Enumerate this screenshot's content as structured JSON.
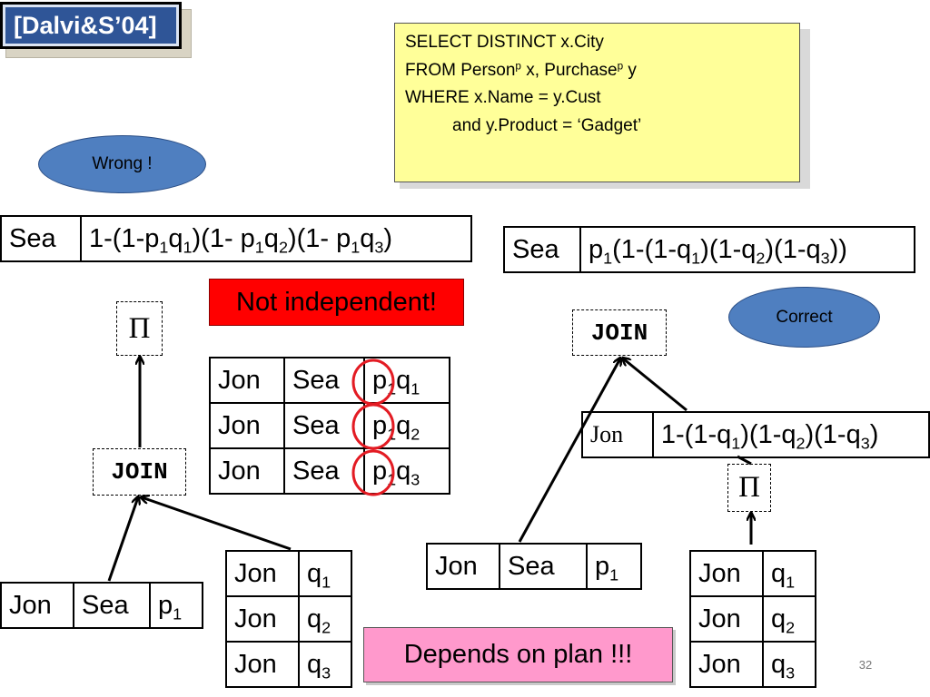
{
  "citation": "[Dalvi&S’04]",
  "sql": {
    "line1": "SELECT DISTINCT x.City",
    "line2_a": "FROM Person",
    "line2_sup1": "p",
    "line2_b": " x, Purchase",
    "line2_sup2": "p",
    "line2_c": " y",
    "line3": "WHERE x.Name = y.Cust",
    "line4": "and y.Product = ‘Gadget’"
  },
  "wrong_label": "Wrong !",
  "correct_label": "Correct",
  "not_independent": "Not independent!",
  "depends_on_plan": "Depends on plan !!!",
  "page_number": "32",
  "operators": {
    "project": "Π",
    "join": "JOIN"
  },
  "left_result": {
    "city": "Sea",
    "formula": [
      {
        "t": "1-(1-p"
      },
      {
        "s": "1"
      },
      {
        "t": "q"
      },
      {
        "s": "1"
      },
      {
        "t": ")(1- p"
      },
      {
        "s": "1"
      },
      {
        "t": "q"
      },
      {
        "s": "2"
      },
      {
        "t": ")(1- p"
      },
      {
        "s": "1"
      },
      {
        "t": "q"
      },
      {
        "s": "3"
      },
      {
        "t": ")"
      }
    ]
  },
  "right_result": {
    "city": "Sea",
    "formula": [
      {
        "t": "p"
      },
      {
        "s": "1"
      },
      {
        "t": "(1-(1-q"
      },
      {
        "s": "1"
      },
      {
        "t": ")(1-q"
      },
      {
        "s": "2"
      },
      {
        "t": ")(1-q"
      },
      {
        "s": "3"
      },
      {
        "t": "))"
      }
    ]
  },
  "join_result_table": [
    {
      "name": "Jon",
      "city": "Sea",
      "p": "p",
      "ps": "1",
      "q": "q",
      "qs": "1"
    },
    {
      "name": "Jon",
      "city": "Sea",
      "p": "p",
      "ps": "1",
      "q": "q",
      "qs": "2"
    },
    {
      "name": "Jon",
      "city": "Sea",
      "p": "p",
      "ps": "1",
      "q": "q",
      "qs": "3"
    }
  ],
  "person_left": {
    "name": "Jon",
    "city": "Sea",
    "p": "p",
    "ps": "1"
  },
  "purchase_left": [
    {
      "name": "Jon",
      "q": "q",
      "qs": "1"
    },
    {
      "name": "Jon",
      "q": "q",
      "qs": "2"
    },
    {
      "name": "Jon",
      "q": "q",
      "qs": "3"
    }
  ],
  "person_right": {
    "name": "Jon",
    "city": "Sea",
    "p": "p",
    "ps": "1"
  },
  "purchase_right": [
    {
      "name": "Jon",
      "q": "q",
      "qs": "1"
    },
    {
      "name": "Jon",
      "q": "q",
      "qs": "2"
    },
    {
      "name": "Jon",
      "q": "q",
      "qs": "3"
    }
  ],
  "projected_right": {
    "name": "Jon",
    "formula": [
      {
        "t": "1-(1-q"
      },
      {
        "s": "1"
      },
      {
        "t": ")(1-q"
      },
      {
        "s": "2"
      },
      {
        "t": ")(1-q"
      },
      {
        "s": "3"
      },
      {
        "t": ")"
      }
    ]
  },
  "colors": {
    "citation_bg": "#2f5597",
    "sql_bg": "#ffff99",
    "ellipse": "#4f7fc0",
    "warning": "#ff0000",
    "pink": "#ff99cc",
    "circle": "#e31b23"
  }
}
